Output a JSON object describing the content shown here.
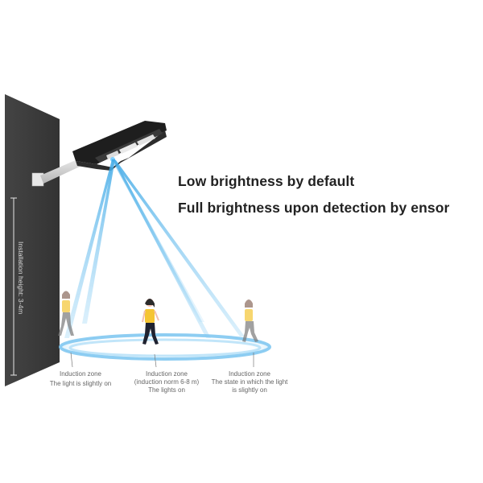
{
  "headlines": {
    "line1": "Low brightness by default",
    "line2": "Full brightness upon detection by ensor"
  },
  "wall": {
    "installation_label": "Installation height: 3-4m",
    "color": "#3a3a3a"
  },
  "zones": [
    {
      "title": "Induction zone",
      "lines": [
        "The light is slightly on"
      ]
    },
    {
      "title": "Induction zone",
      "lines": [
        "(induction norm 6-8 m)",
        "The lights on"
      ]
    },
    {
      "title": "Induction zone",
      "lines": [
        "The state in which the light",
        "is slightly on"
      ]
    }
  ],
  "colors": {
    "beam": "#5fb8ea",
    "ring": "#7cc6f0",
    "shirt": "#f5c533",
    "text": "#222222",
    "caption": "#666666"
  },
  "figures": [
    {
      "name": "person-left",
      "state": "faded"
    },
    {
      "name": "person-center",
      "state": "solid"
    },
    {
      "name": "person-right",
      "state": "faded"
    }
  ]
}
